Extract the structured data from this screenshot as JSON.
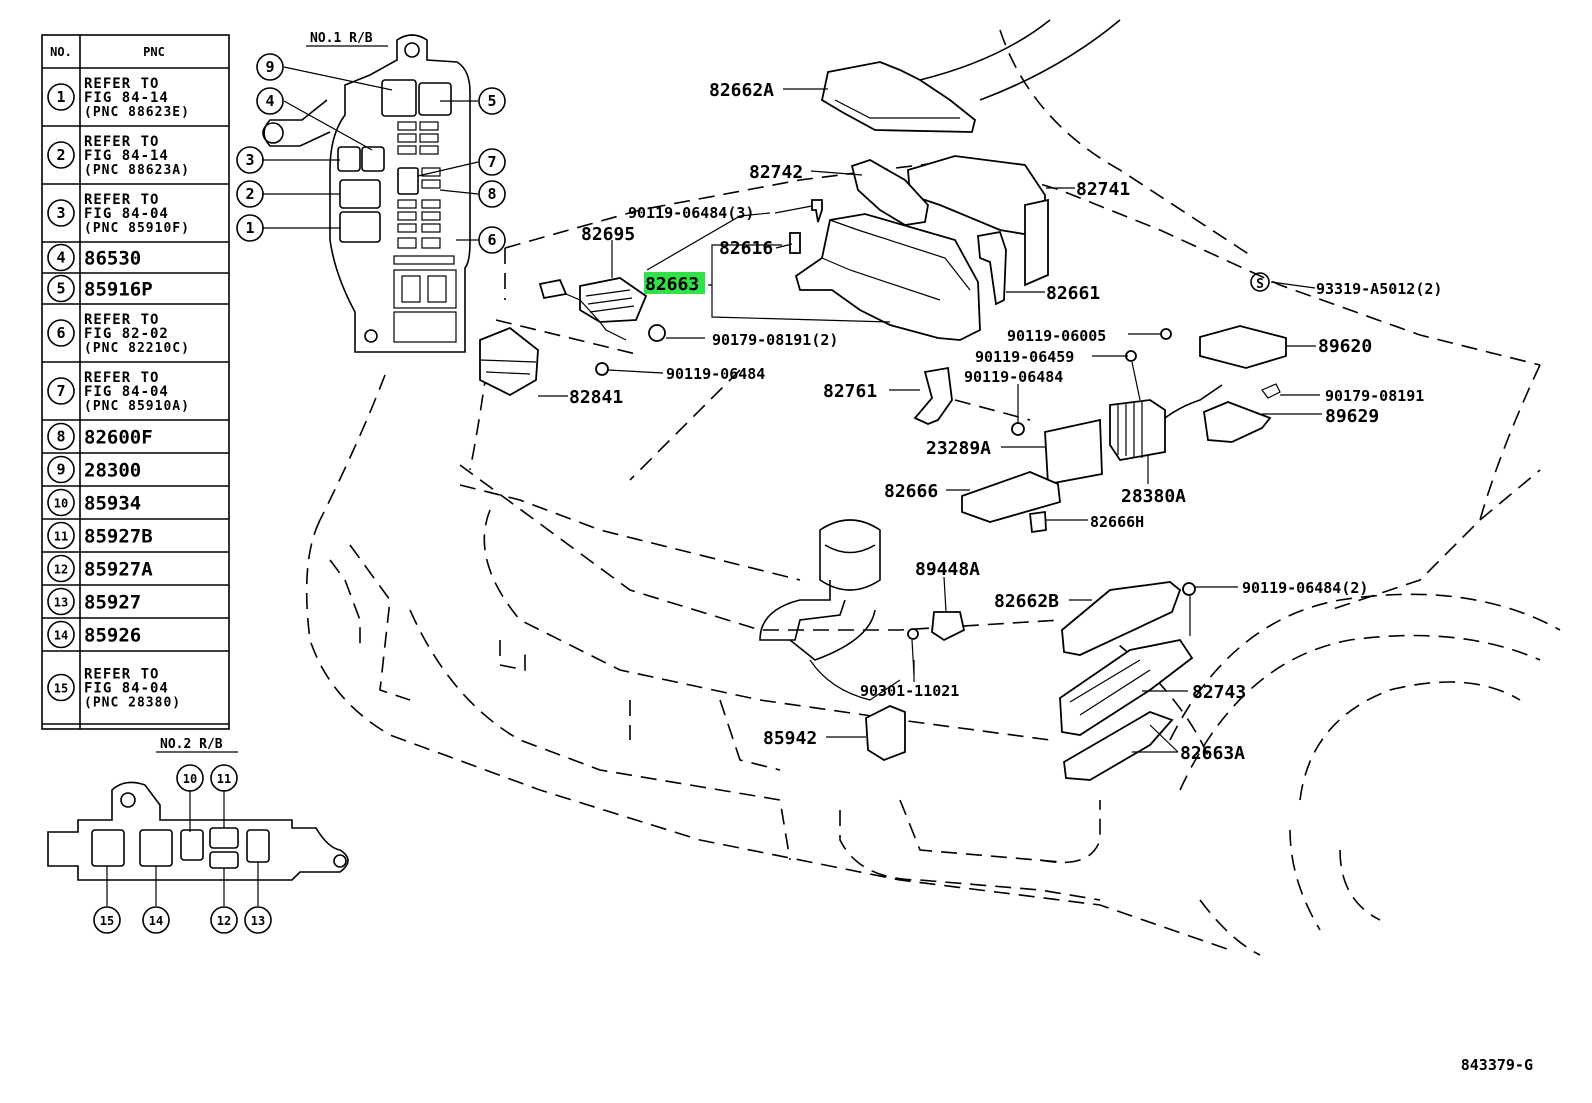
{
  "table": {
    "header": {
      "no": "NO.",
      "pnc": "PNC"
    },
    "rows": [
      {
        "no": "1",
        "lines": [
          "REFER TO",
          "FIG 84-14",
          "(PNC 88623E)"
        ]
      },
      {
        "no": "2",
        "lines": [
          "REFER TO",
          "FIG 84-14",
          "(PNC 88623A)"
        ]
      },
      {
        "no": "3",
        "lines": [
          "REFER TO",
          "FIG 84-04",
          "(PNC 85910F)"
        ]
      },
      {
        "no": "4",
        "lines": [
          "86530"
        ]
      },
      {
        "no": "5",
        "lines": [
          "85916P"
        ]
      },
      {
        "no": "6",
        "lines": [
          "REFER TO",
          "FIG 82-02",
          "(PNC 82210C)"
        ]
      },
      {
        "no": "7",
        "lines": [
          "REFER TO",
          "FIG 84-04",
          "(PNC 85910A)"
        ]
      },
      {
        "no": "8",
        "lines": [
          "82600F"
        ]
      },
      {
        "no": "9",
        "lines": [
          "28300"
        ]
      },
      {
        "no": "10",
        "lines": [
          "85934"
        ]
      },
      {
        "no": "11",
        "lines": [
          "85927B"
        ]
      },
      {
        "no": "12",
        "lines": [
          "85927A"
        ]
      },
      {
        "no": "13",
        "lines": [
          "85927"
        ]
      },
      {
        "no": "14",
        "lines": [
          "85926"
        ]
      },
      {
        "no": "15",
        "lines": [
          "REFER TO",
          "FIG 84-04",
          "(PNC 28380)"
        ]
      }
    ]
  },
  "inset1": {
    "title": "NO.1 R/B",
    "callouts": [
      "9",
      "4",
      "3",
      "2",
      "1",
      "5",
      "7",
      "8",
      "6"
    ]
  },
  "inset2": {
    "title": "NO.2 R/B",
    "callouts_top": [
      "10",
      "11"
    ],
    "callouts_bottom": [
      "15",
      "14",
      "12",
      "13"
    ]
  },
  "parts": {
    "p82662A": "82662A",
    "p82742": "82742",
    "p82741": "82741",
    "p90119_06484_3": "90119-06484(3)",
    "p82695": "82695",
    "p82616": "82616",
    "p82663": "82663",
    "p82661": "82661",
    "p93319": "93319-A5012(2)",
    "p93319_mark": "S",
    "p90179_08191_2": "90179-08191(2)",
    "p90119_06005": "90119-06005",
    "p89620": "89620",
    "p90119_06484_a": "90119-06484",
    "p90119_06459": "90119-06459",
    "p82841": "82841",
    "p82761": "82761",
    "p90119_06484_b": "90119-06484",
    "p90179_08191": "90179-08191",
    "p89629": "89629",
    "p23289A": "23289A",
    "p28380A": "28380A",
    "p82666": "82666",
    "p82666H": "82666H",
    "p89448A": "89448A",
    "p82662B": "82662B",
    "p90119_06484_2": "90119-06484(2)",
    "p82743": "82743",
    "p90301": "90301-11021",
    "p85942": "85942",
    "p82663A": "82663A"
  },
  "diagram_id": "843379-G",
  "highlight_color": "#33e04a"
}
